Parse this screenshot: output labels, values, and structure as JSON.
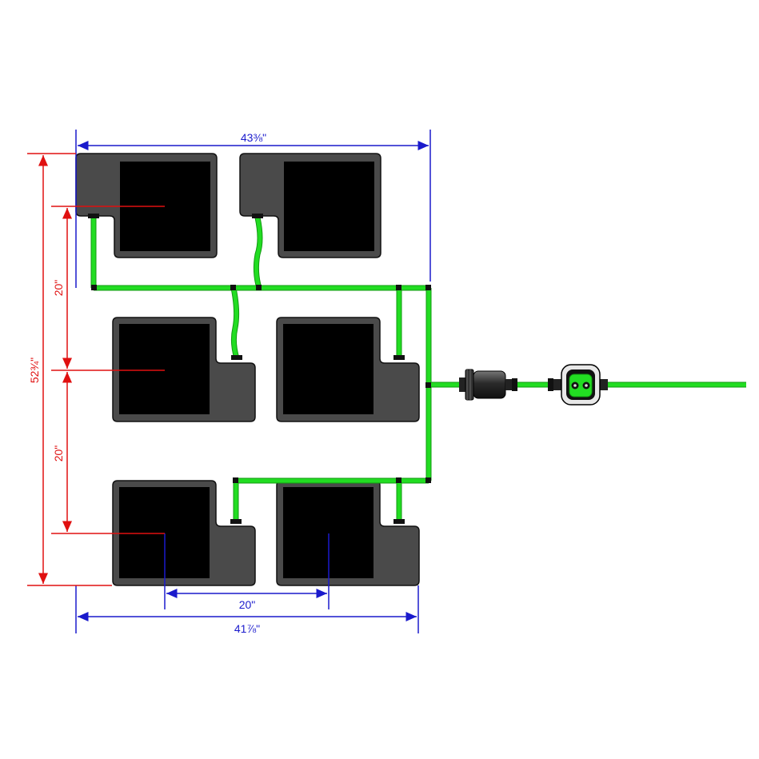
{
  "dimensions": {
    "top_width": "43⅜\"",
    "bottom_width": "41⅞\"",
    "overall_height": "52¾\"",
    "row_spacing_1": "20\"",
    "row_spacing_2": "20\"",
    "column_spacing": "20\""
  },
  "colors": {
    "tube": "#22dd22",
    "tube_outline": "#119911",
    "tray": "#4a4a4a",
    "tray_outline": "#111111",
    "pot": "#000000",
    "dim_blue": "#1a1acc",
    "dim_red": "#e01010",
    "connector": "#111111"
  },
  "components": {
    "trays": 6,
    "filter": "filter-icon",
    "timer": "timer-icon"
  }
}
